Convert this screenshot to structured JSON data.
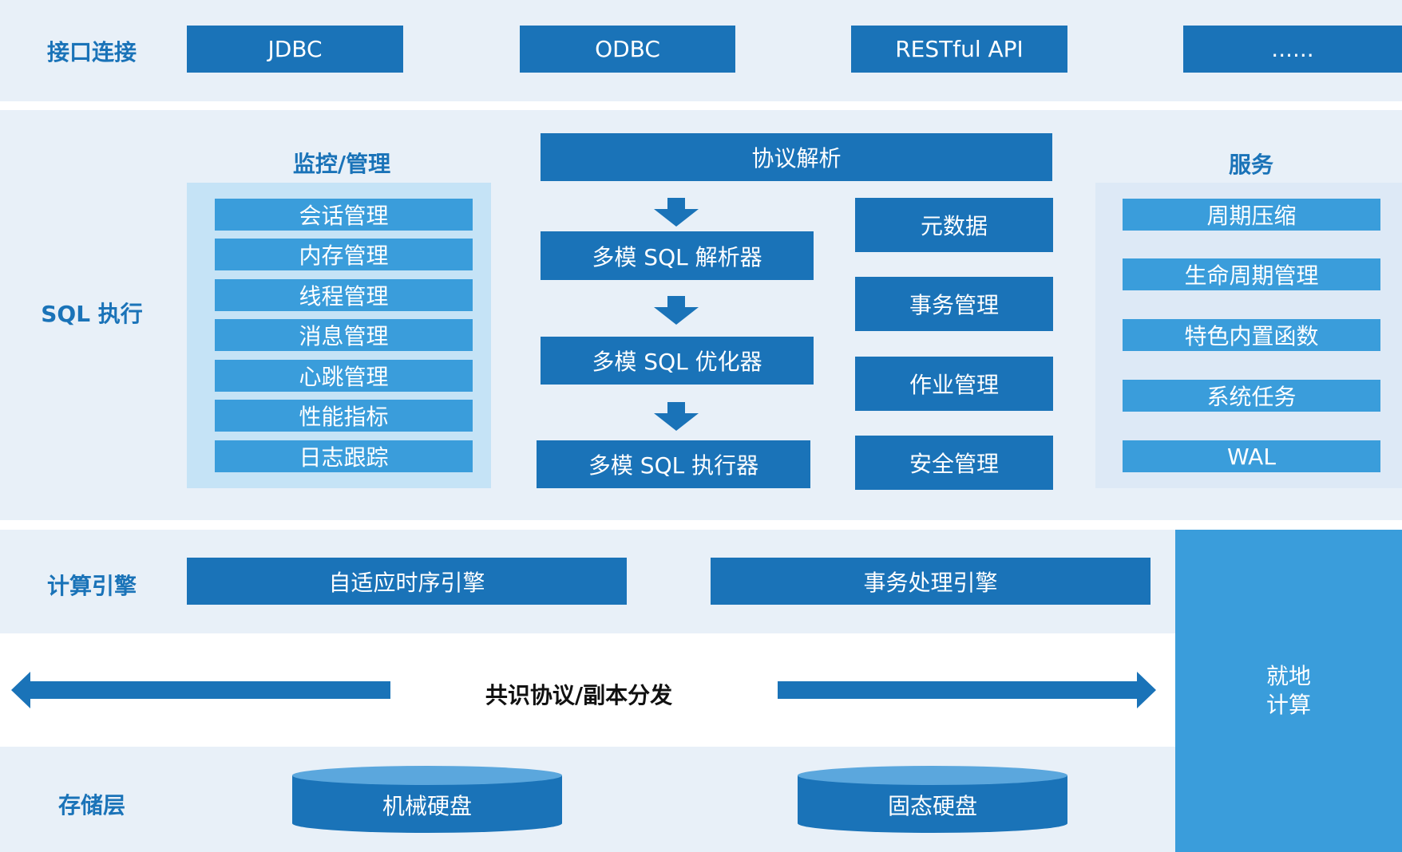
{
  "interface_layer": {
    "label": "接口连接",
    "items": [
      "JDBC",
      "ODBC",
      "RESTful API",
      "......"
    ]
  },
  "sql_layer": {
    "label": "SQL 执行",
    "monitor": {
      "title": "监控/管理",
      "items": [
        "会话管理",
        "内存管理",
        "线程管理",
        "消息管理",
        "心跳管理",
        "性能指标",
        "日志跟踪"
      ]
    },
    "pipeline": {
      "protocol": "协议解析",
      "parser": "多模 SQL 解析器",
      "optimizer": "多模 SQL 优化器",
      "executor": "多模 SQL 执行器"
    },
    "middle": [
      "元数据",
      "事务管理",
      "作业管理",
      "安全管理"
    ],
    "service": {
      "title": "服务",
      "items": [
        "周期压缩",
        "生命周期管理",
        "特色内置函数",
        "系统任务",
        "WAL"
      ]
    }
  },
  "compute_layer": {
    "label": "计算引擎",
    "engines": [
      "自适应时序引擎",
      "事务处理引擎"
    ]
  },
  "consensus": {
    "label": "共识协议/副本分发"
  },
  "storage_layer": {
    "label": "存储层",
    "disks": [
      "机械硬盘",
      "固态硬盘"
    ]
  },
  "local_compute": {
    "label": "就地\n计算"
  },
  "colors": {
    "primary": "#1a73b8",
    "light": "#3a9ddb",
    "band": "#e8f0f8",
    "panel_left": "#c5e3f6",
    "panel_right": "#dde9f6"
  }
}
